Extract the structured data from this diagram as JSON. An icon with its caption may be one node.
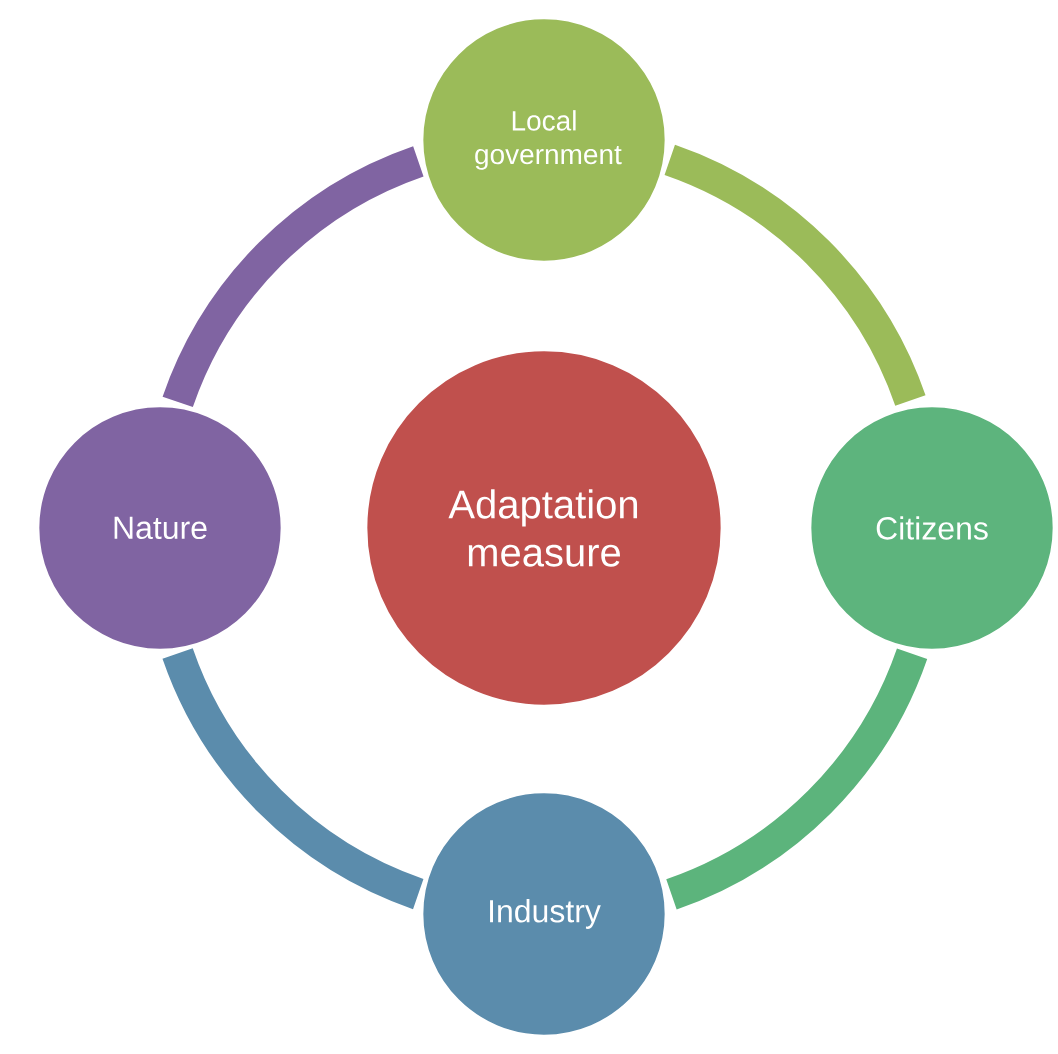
{
  "diagram": {
    "nodes": [
      {
        "text": [
          "Local government"
        ]
      },
      {
        "text": [
          "Nature"
        ]
      },
      {
        "text": [
          "Adaptation measure"
        ]
      },
      {
        "text": [
          "Citizens"
        ]
      },
      {
        "text": [
          "Industry"
        ]
      }
    ],
    "edges": [
      {
        "from": 0,
        "to": 3,
        "arrow": "none",
        "color": "#9bbb59"
      },
      {
        "from": 3,
        "to": 4,
        "arrow": "none",
        "color": "#5cb47c"
      },
      {
        "from": 4,
        "to": 1,
        "arrow": "none",
        "color": "#5b8cac"
      },
      {
        "from": 1,
        "to": 0,
        "arrow": "none",
        "color": "#8064a2"
      }
    ]
  }
}
